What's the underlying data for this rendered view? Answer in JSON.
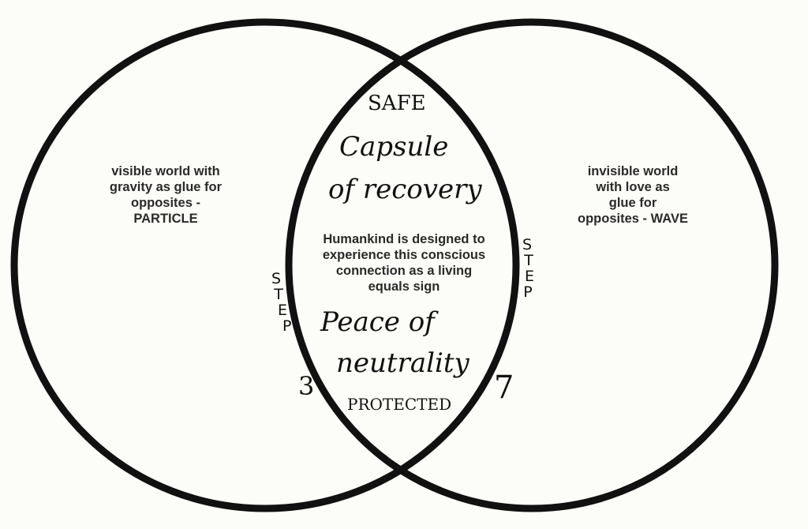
{
  "left_circle": {
    "text_lines": [
      "visible world with",
      "gravity as glue for",
      "opposites -",
      "PARTICLE"
    ]
  },
  "right_circle": {
    "text_lines": [
      "invisible world",
      "with love as",
      "glue for",
      "opposites - WAVE"
    ]
  },
  "intersection": {
    "text_lines": [
      "Humankind is designed to",
      "experience this conscious",
      "connection as a living",
      "equals sign"
    ]
  },
  "handwritten": {
    "safe": "SAFE",
    "capsule": "Capsule",
    "of_recovery": "of recovery",
    "peace_of": "Peace of",
    "neutrality": "neutrality",
    "protected": "PROTECTED",
    "step_left": [
      "S",
      "T",
      "E",
      "P"
    ],
    "step_left_number": "3",
    "step_right": [
      "S",
      "T",
      "E",
      "P"
    ],
    "step_right_number": "7"
  }
}
